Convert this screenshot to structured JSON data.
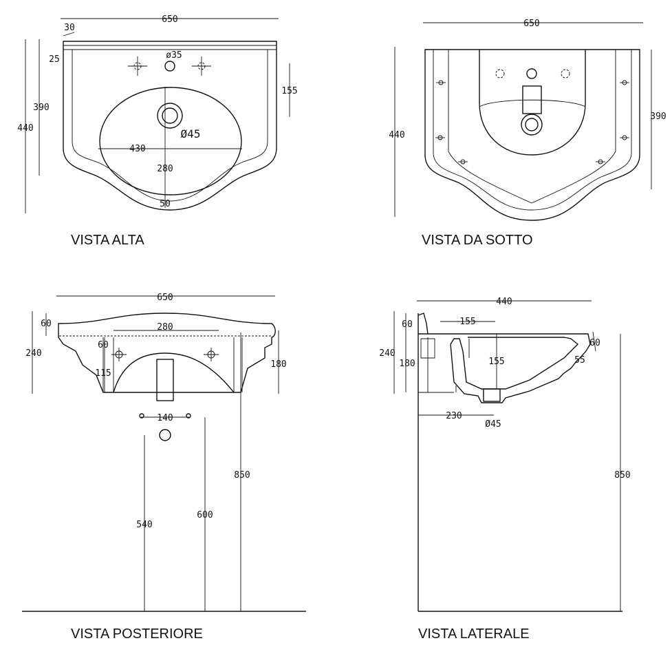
{
  "views": {
    "top": {
      "title": "VISTA ALTA",
      "dims": {
        "width": "650",
        "rim": "30",
        "rim_depth": "25",
        "depth_inner": "390",
        "depth_total": "440",
        "tap_offset": "155",
        "bowl_width": "430",
        "bowl_depth": "280",
        "front": "50",
        "tap_hole": "ø35",
        "drain": "Ø45"
      }
    },
    "bottom": {
      "title": "VISTA DA SOTTO",
      "dims": {
        "width": "650",
        "depth_total": "440",
        "depth_inner": "390"
      }
    },
    "rear": {
      "title": "VISTA POSTERIORE",
      "dims": {
        "width": "650",
        "top": "60",
        "height": "240",
        "bowl": "280",
        "inner_top": "60",
        "inner": "115",
        "side": "180",
        "fix_spacing": "140",
        "fix_height": "540",
        "drain_height": "600",
        "total_height": "850"
      }
    },
    "side": {
      "title": "VISTA LATERALE",
      "dims": {
        "depth": "440",
        "top": "60",
        "height": "240",
        "body": "180",
        "tap": "155",
        "bowl_depth": "155",
        "front_rim": "60",
        "front_lip": "55",
        "drain_offset": "230",
        "drain": "Ø45",
        "total_height": "850"
      }
    }
  }
}
